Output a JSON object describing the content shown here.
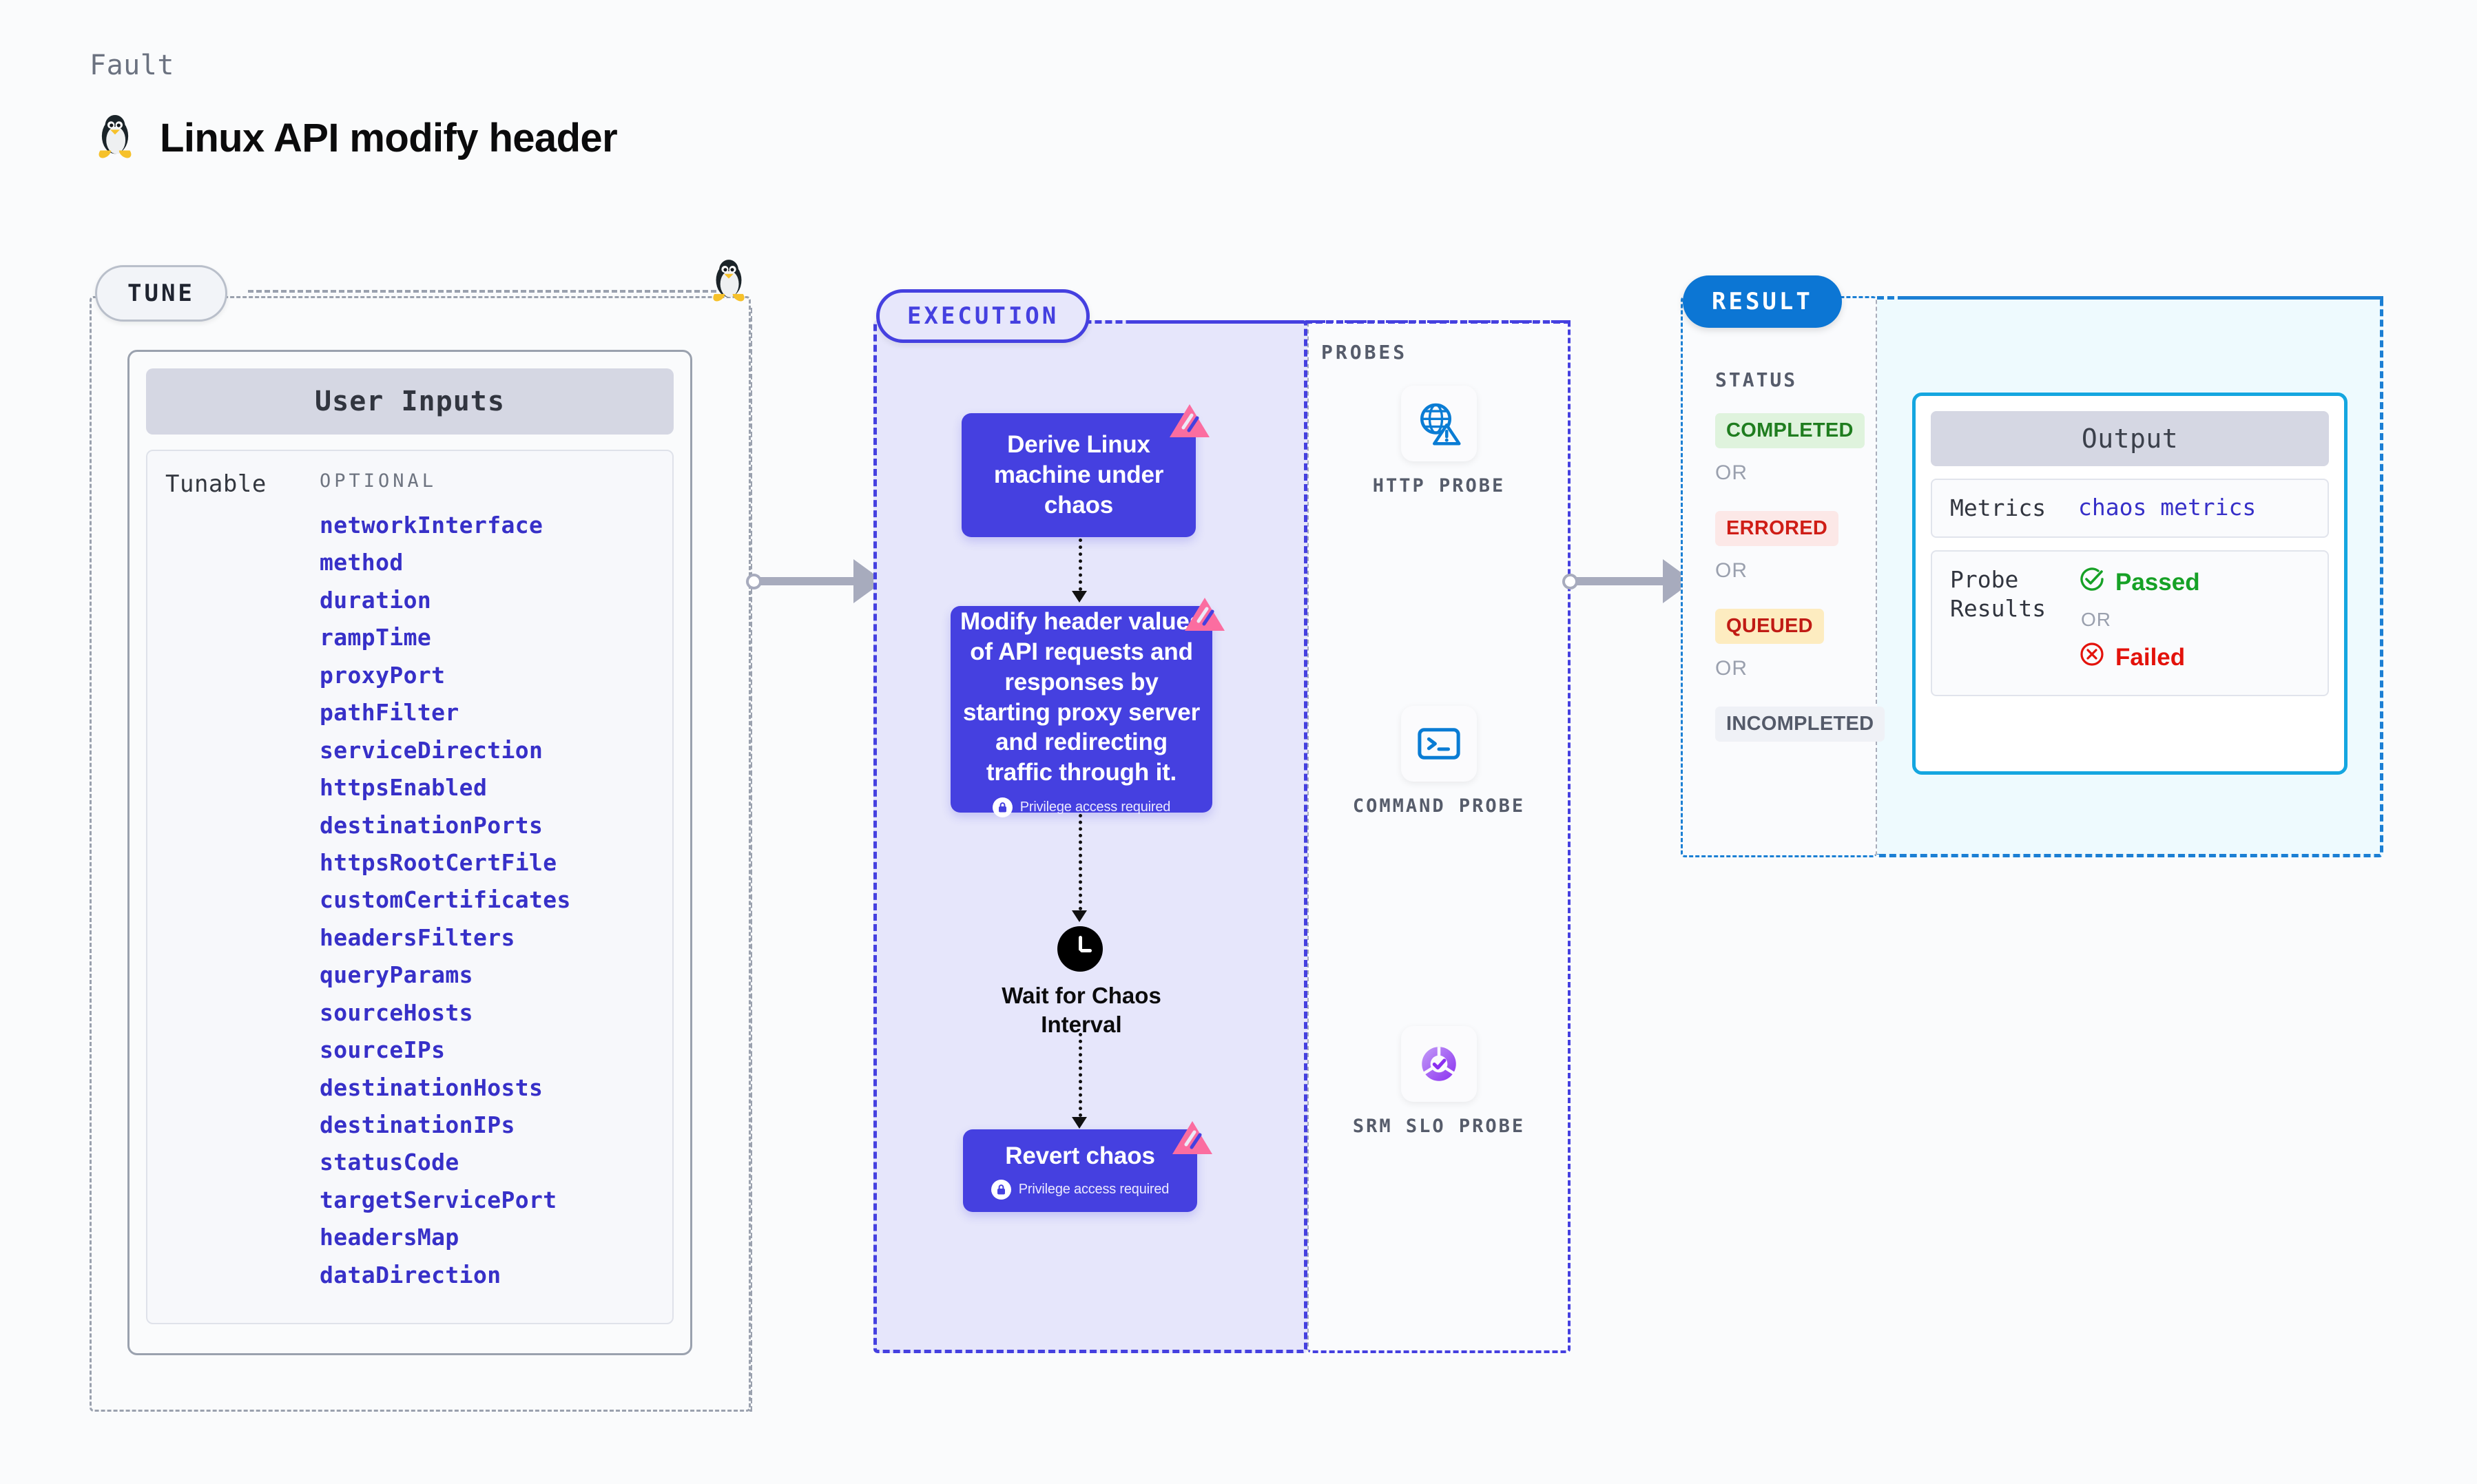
{
  "header": {
    "kicker": "Fault",
    "title": "Linux API modify header",
    "icon": "linux-penguin-icon"
  },
  "tune": {
    "pill_label": "TUNE",
    "card_title": "User Inputs",
    "group_label": "Tunable",
    "optional_label": "OPTIONAL",
    "tunables": [
      "networkInterface",
      "method",
      "duration",
      "rampTime",
      "proxyPort",
      "pathFilter",
      "serviceDirection",
      "httpsEnabled",
      "destinationPorts",
      "httpsRootCertFile",
      "customCertificates",
      "headersFilters",
      "queryParams",
      "sourceHosts",
      "sourceIPs",
      "destinationHosts",
      "destinationIPs",
      "statusCode",
      "targetServicePort",
      "headersMap",
      "dataDirection"
    ]
  },
  "execution": {
    "pill_label": "EXECUTION",
    "nodes": [
      {
        "text": "Derive Linux machine under chaos",
        "privilege": null,
        "badge": "chaos-badge-icon"
      },
      {
        "text": "Modify header values of API requests and responses by starting proxy server and redirecting traffic through it.",
        "privilege": "Privilege access required",
        "badge": "chaos-badge-icon"
      },
      {
        "text": "Revert chaos",
        "privilege": "Privilege access required",
        "badge": "chaos-badge-icon"
      }
    ],
    "wait": {
      "label": "Wait for Chaos Interval",
      "icon": "clock-icon"
    }
  },
  "probes": {
    "label": "PROBES",
    "items": [
      {
        "name": "HTTP PROBE",
        "icon": "globe-warning-icon"
      },
      {
        "name": "COMMAND PROBE",
        "icon": "terminal-icon"
      },
      {
        "name": "SRM SLO PROBE",
        "icon": "slo-donut-check-icon"
      }
    ]
  },
  "result": {
    "pill_label": "RESULT",
    "status_label": "STATUS",
    "or_label": "OR",
    "statuses": [
      {
        "label": "COMPLETED",
        "bg": "#dff3dd",
        "fg": "#1f7d1f"
      },
      {
        "label": "ERRORED",
        "bg": "#fce8e7",
        "fg": "#cf1d16"
      },
      {
        "label": "QUEUED",
        "bg": "#fdecc0",
        "fg": "#c01b14"
      },
      {
        "label": "INCOMPLETED",
        "bg": "#eff1f6",
        "fg": "#545a69"
      }
    ],
    "output": {
      "title": "Output",
      "metrics_key": "Metrics",
      "metrics_value": "chaos metrics",
      "probe_results_key": "Probe Results",
      "passed_label": "Passed",
      "failed_label": "Failed",
      "or_label": "OR",
      "passed_color": "#16a126",
      "failed_color": "#e3120b"
    }
  },
  "colors": {
    "accent_purple": "#4540e0",
    "accent_blue": "#0c76d4",
    "chaos_pink": "#fb6da0",
    "tunable_blue": "#3730c8"
  }
}
